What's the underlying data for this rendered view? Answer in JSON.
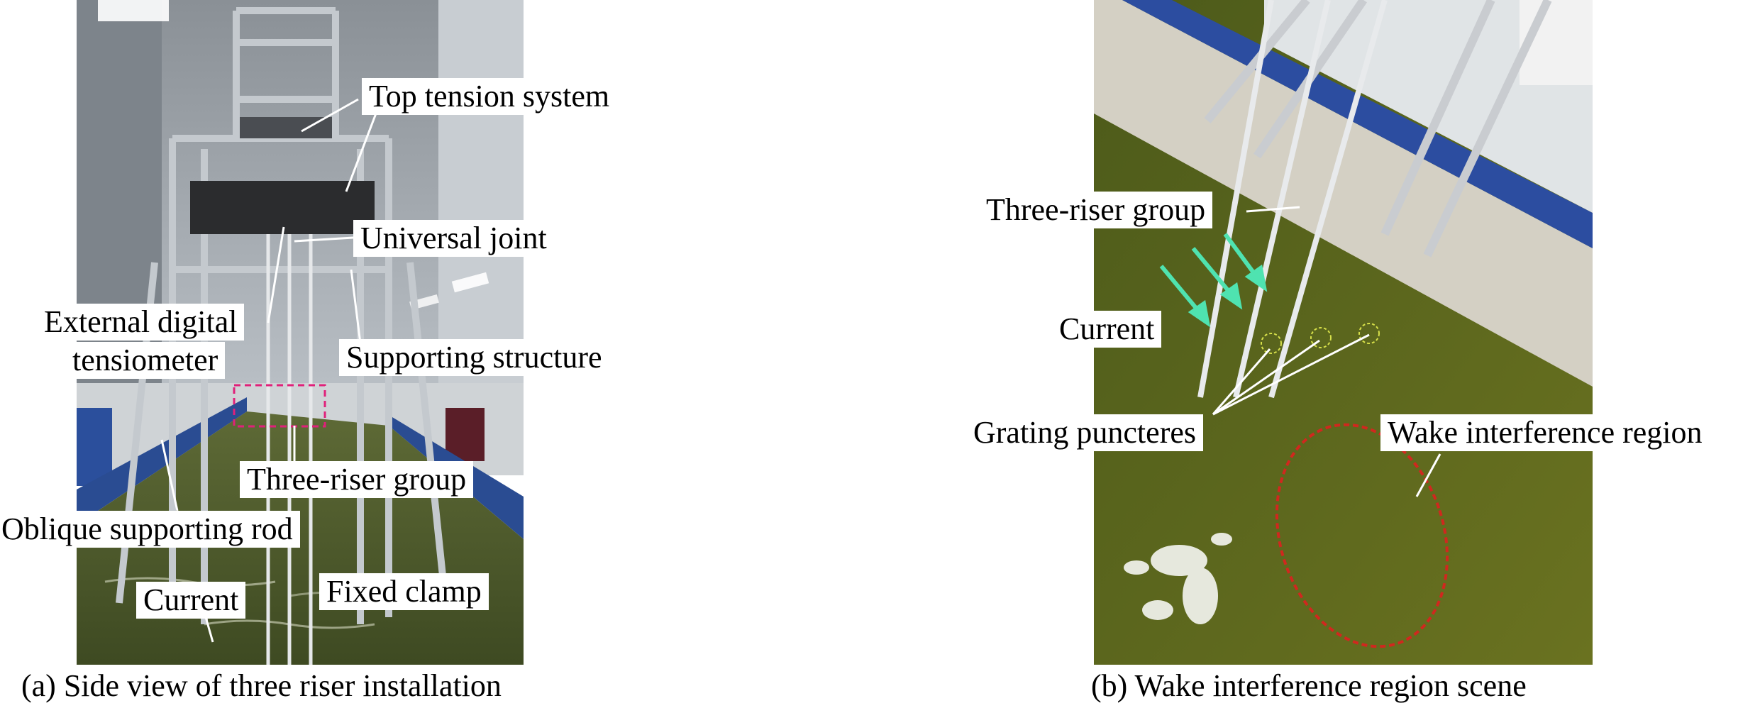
{
  "panel_a": {
    "labels": {
      "top_tension": "Top tension system",
      "universal_joint": "Universal joint",
      "tensiometer_line1": "External digital",
      "tensiometer_line2": "tensiometer",
      "supporting_structure": "Supporting structure",
      "three_riser": "Three-riser group",
      "oblique_rod": "Oblique supporting rod",
      "current": "Current",
      "fixed_clamp": "Fixed clamp"
    },
    "caption": "(a) Side view of three riser installation"
  },
  "panel_b": {
    "labels": {
      "three_riser": "Three-riser group",
      "current": "Current",
      "grating": "Grating puncteres",
      "wake_region": "Wake interference region"
    },
    "caption": "(b) Wake interference region scene"
  },
  "colors": {
    "arrow_current": "#4fe3b0",
    "wake_ellipse": "#d0281e",
    "highlight_box": "#e0207a",
    "water": "#6e7a1e"
  }
}
